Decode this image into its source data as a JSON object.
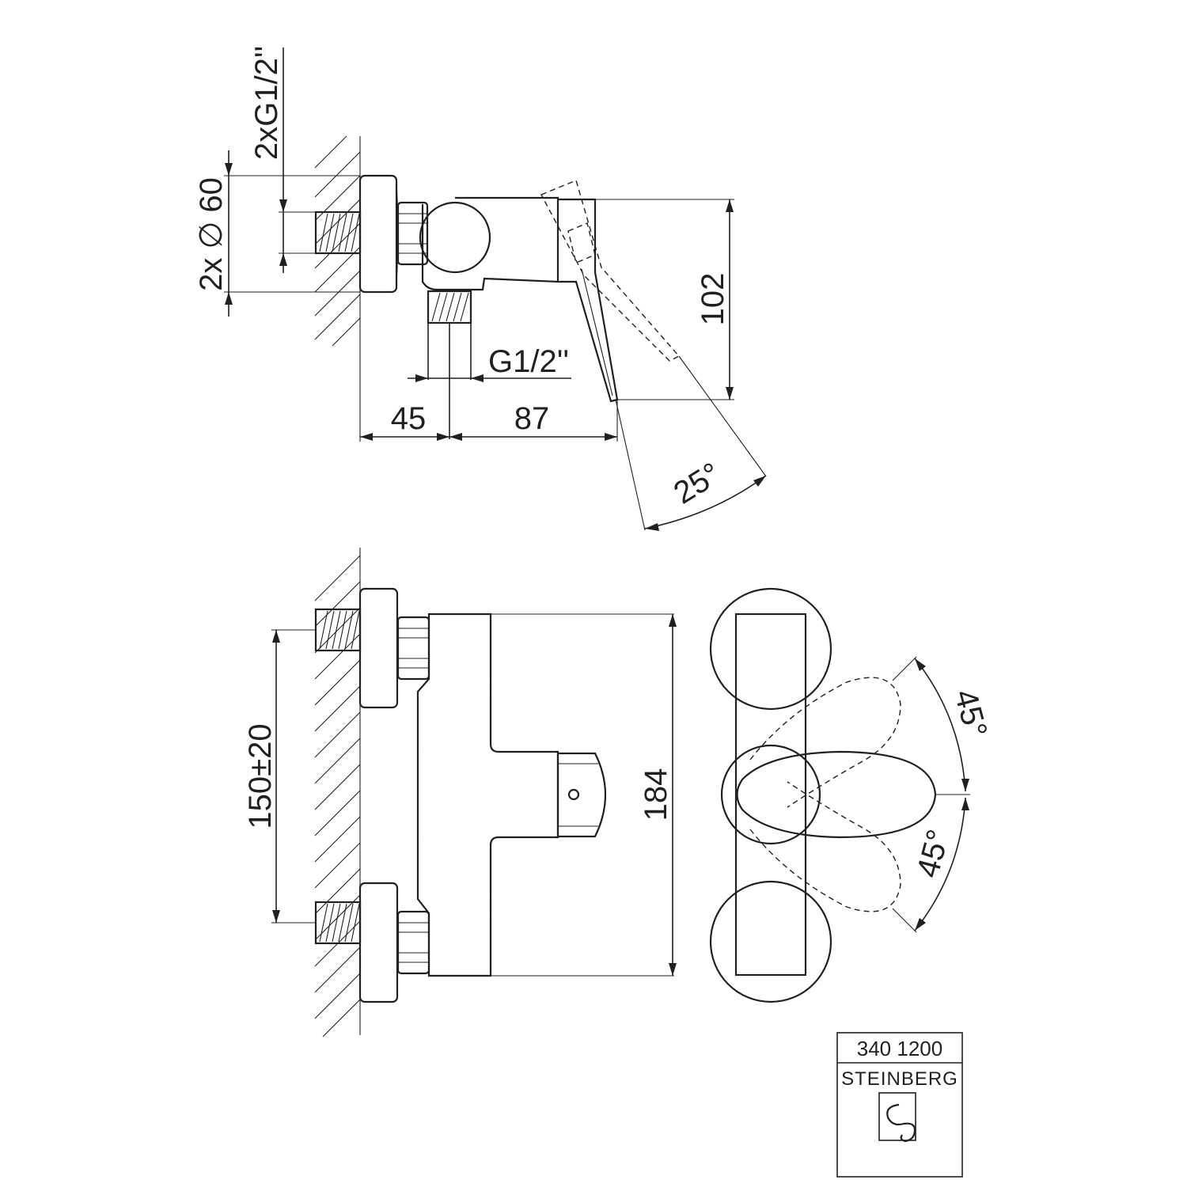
{
  "side_view": {
    "thread_label": "2xG1/2''",
    "diameter_label": "2x ∅ 60",
    "outlet_thread_label": "G1/2''",
    "height_label": "102",
    "offset_left_label": "45",
    "offset_right_label": "87",
    "angle_label": "25°"
  },
  "front_view": {
    "spacing_label": "150±20",
    "height_label": "184"
  },
  "end_view": {
    "angle_up_label": "45°",
    "angle_down_label": "45°"
  },
  "title_block": {
    "code": "340 1200",
    "brand": "STEINBERG",
    "logo": "steinberg-logo-icon"
  },
  "colors": {
    "line": "#231f20",
    "background": "#ffffff"
  }
}
